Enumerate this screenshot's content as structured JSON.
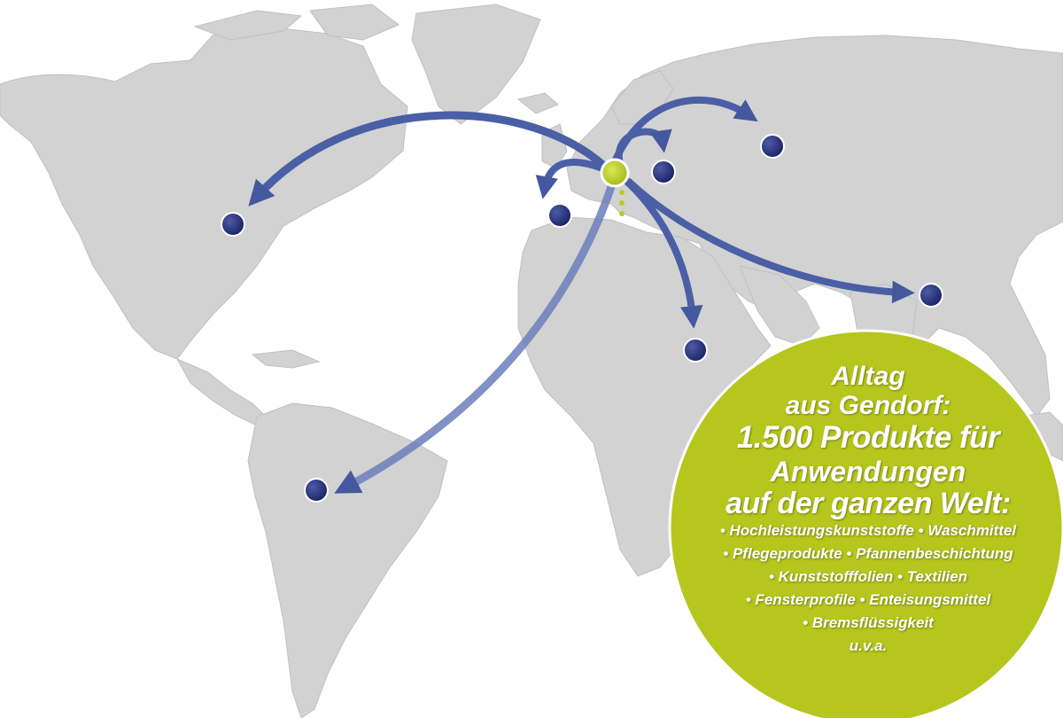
{
  "colors": {
    "land": "#d2d2d2",
    "land_edge": "#bdbdbd",
    "ocean": "#ffffff",
    "arrow": "#4a5fa5",
    "arrow_edge": "#3a4c8f",
    "dot": "#26327a",
    "origin": "#b7cc1d",
    "badge": "#b7c61e"
  },
  "map": {
    "origin_name": "Gendorf",
    "destinations": [
      "North America",
      "South America",
      "Western Europe",
      "Eastern Europe",
      "Russia",
      "Africa",
      "South Asia"
    ]
  },
  "badge": {
    "line1": "Alltag",
    "line2": "aus Gendorf:",
    "line3": "1.500 Produkte für",
    "line4": "Anwendungen",
    "line5": "auf der ganzen Welt:",
    "items": [
      "• Hochleistungskunststoffe • Waschmittel",
      "• Pflegeprodukte • Pfannenbeschichtung",
      "• Kunststofffolien • Textilien",
      "• Fensterprofile • Enteisungsmittel",
      "• Bremsflüssigkeit"
    ],
    "footer": "u.v.a."
  }
}
